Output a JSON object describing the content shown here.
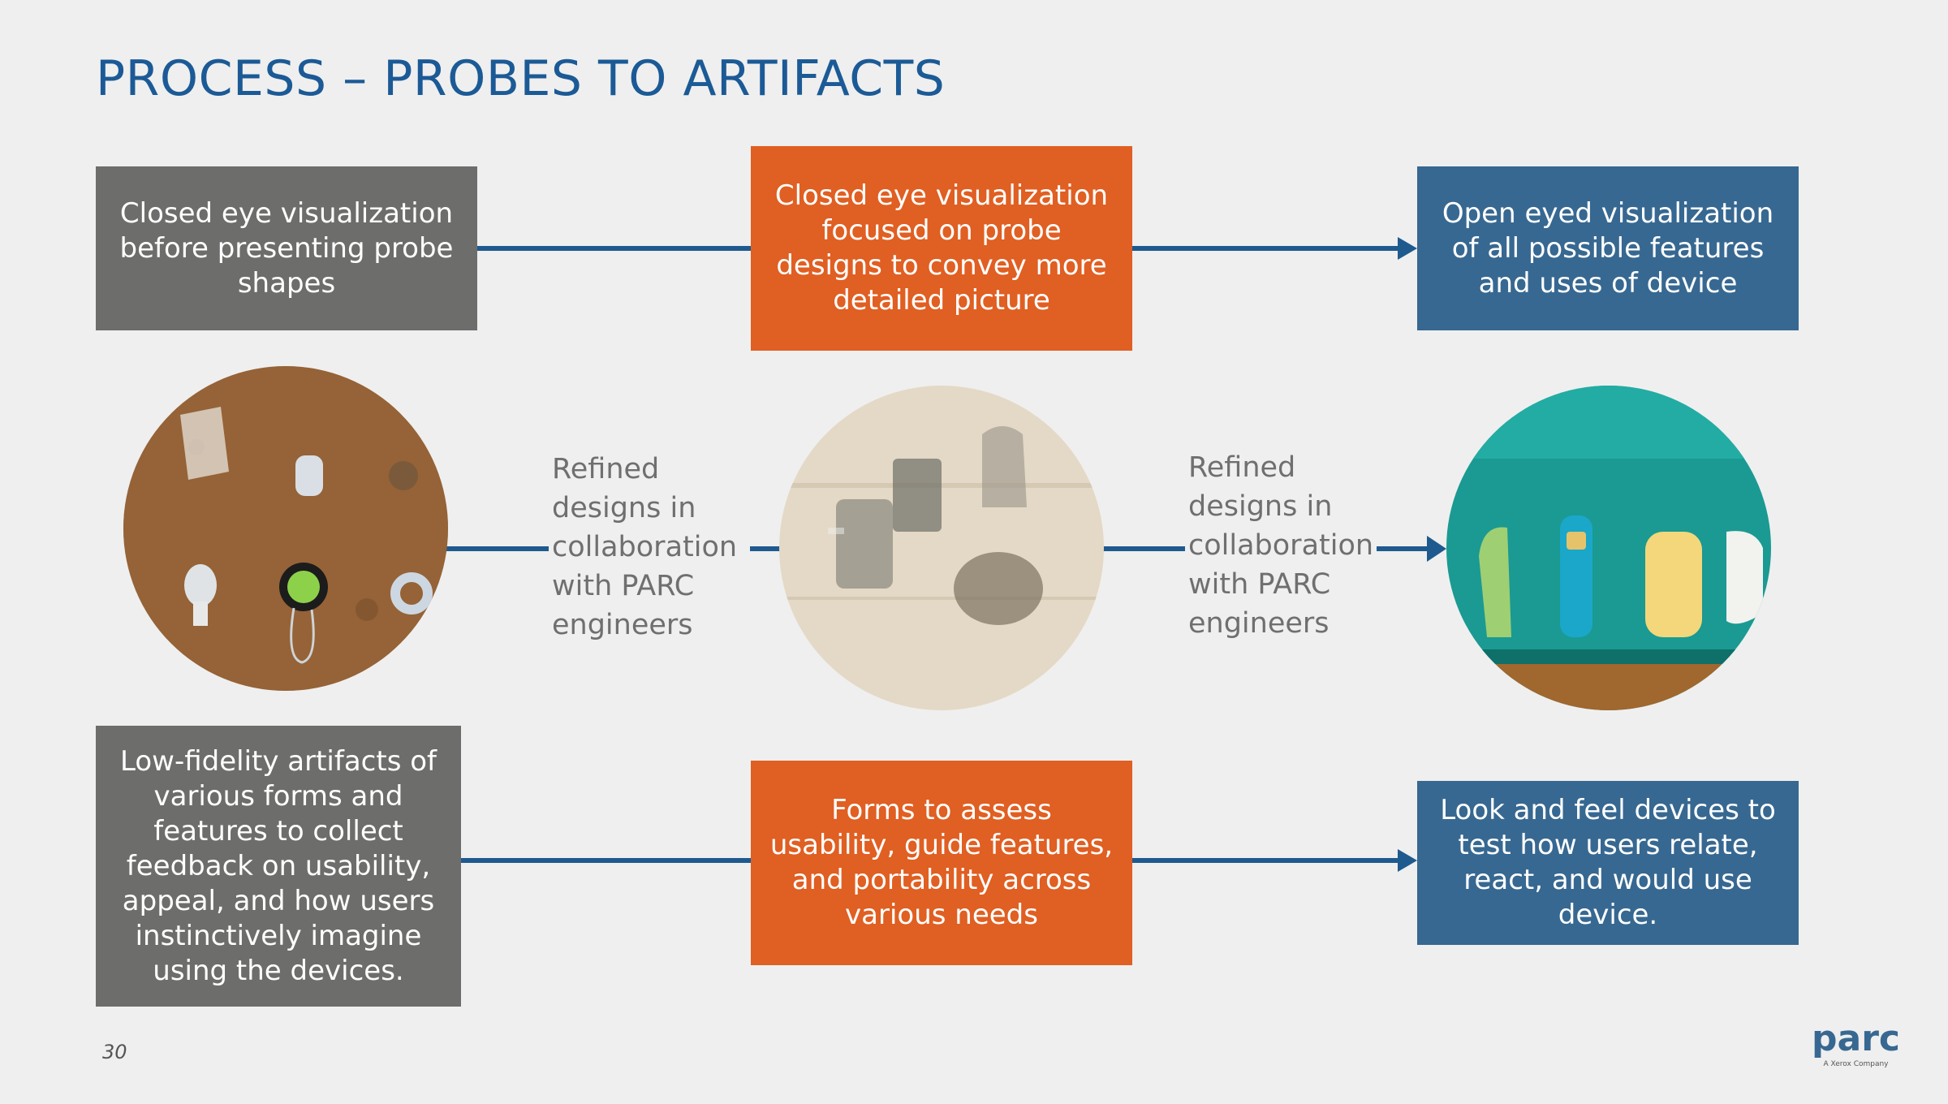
{
  "title": "PROCESS – PROBES TO ARTIFACTS",
  "colors": {
    "title": "#1b5a96",
    "gray_box": "#6d6d6b",
    "orange_box": "#e05f22",
    "blue_box": "#376891",
    "connector": "#1e5a8e",
    "background": "#efefef"
  },
  "top_row": {
    "left": "Closed eye visualization before presenting probe shapes",
    "middle": "Closed eye visualization focused on probe designs to convey more detailed picture",
    "right": "Open eyed visualization of all possible features and uses of device"
  },
  "middle_row": {
    "note_left": "Refined designs in collaboration with PARC engineers",
    "note_right": "Refined designs in collaboration with PARC engineers",
    "images": [
      "low-fidelity probe objects",
      "translucent prototype shapes",
      "colored device prototypes"
    ]
  },
  "bottom_row": {
    "left": "Low-fidelity artifacts of various forms and features to collect feedback on usability, appeal, and how users instinctively imagine using the devices.",
    "middle": "Forms to assess usability, guide features, and portability across various needs",
    "right": "Look and feel devices to test how users relate, react, and would use device."
  },
  "footer": {
    "page_number": "30",
    "logo_text": "parc",
    "logo_subtitle": "A Xerox Company"
  }
}
